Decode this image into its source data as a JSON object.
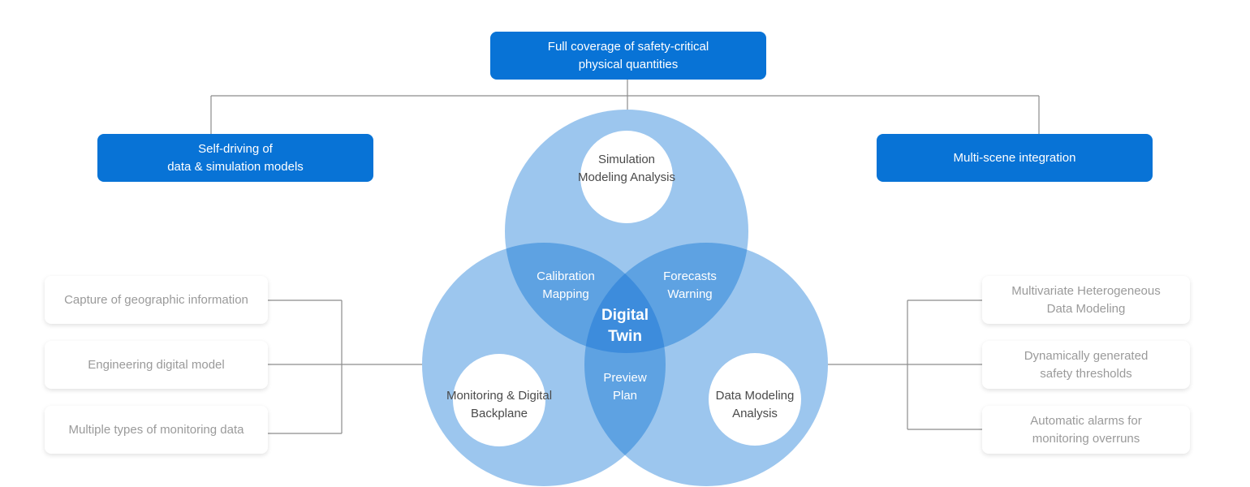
{
  "top_box": {
    "label": "Full coverage of safety-critical\nphysical quantities"
  },
  "left_box": {
    "label": "Self-driving of\ndata & simulation models"
  },
  "right_box": {
    "label": "Multi-scene integration"
  },
  "venn": {
    "top_circle": {
      "label": "Simulation\nModeling Analysis"
    },
    "bottom_left_circle": {
      "label": "Monitoring & Digital\nBackplane"
    },
    "bottom_right_circle": {
      "label": "Data Modeling\nAnalysis"
    },
    "overlap_top_left": {
      "label": "Calibration\nMapping"
    },
    "overlap_top_right": {
      "label": "Forecasts\nWarning"
    },
    "overlap_bottom": {
      "label": "Preview\nPlan"
    },
    "center": {
      "label": "Digital\nTwin"
    },
    "colors": {
      "circle": "#9cc6ee",
      "overlap": "#5ea2e2",
      "center": "#3d8cdc"
    }
  },
  "left_cards": [
    {
      "label": "Capture of geographic information"
    },
    {
      "label": "Engineering digital model"
    },
    {
      "label": "Multiple types of monitoring data"
    }
  ],
  "right_cards": [
    {
      "label": "Multivariate Heterogeneous\nData Modeling"
    },
    {
      "label": "Dynamically generated\nsafety thresholds"
    },
    {
      "label": "Automatic alarms for\nmonitoring overruns"
    }
  ],
  "colors": {
    "box_blue": "#0873d6",
    "connector": "#8c8c8c",
    "card_text": "#9a9a9a"
  }
}
